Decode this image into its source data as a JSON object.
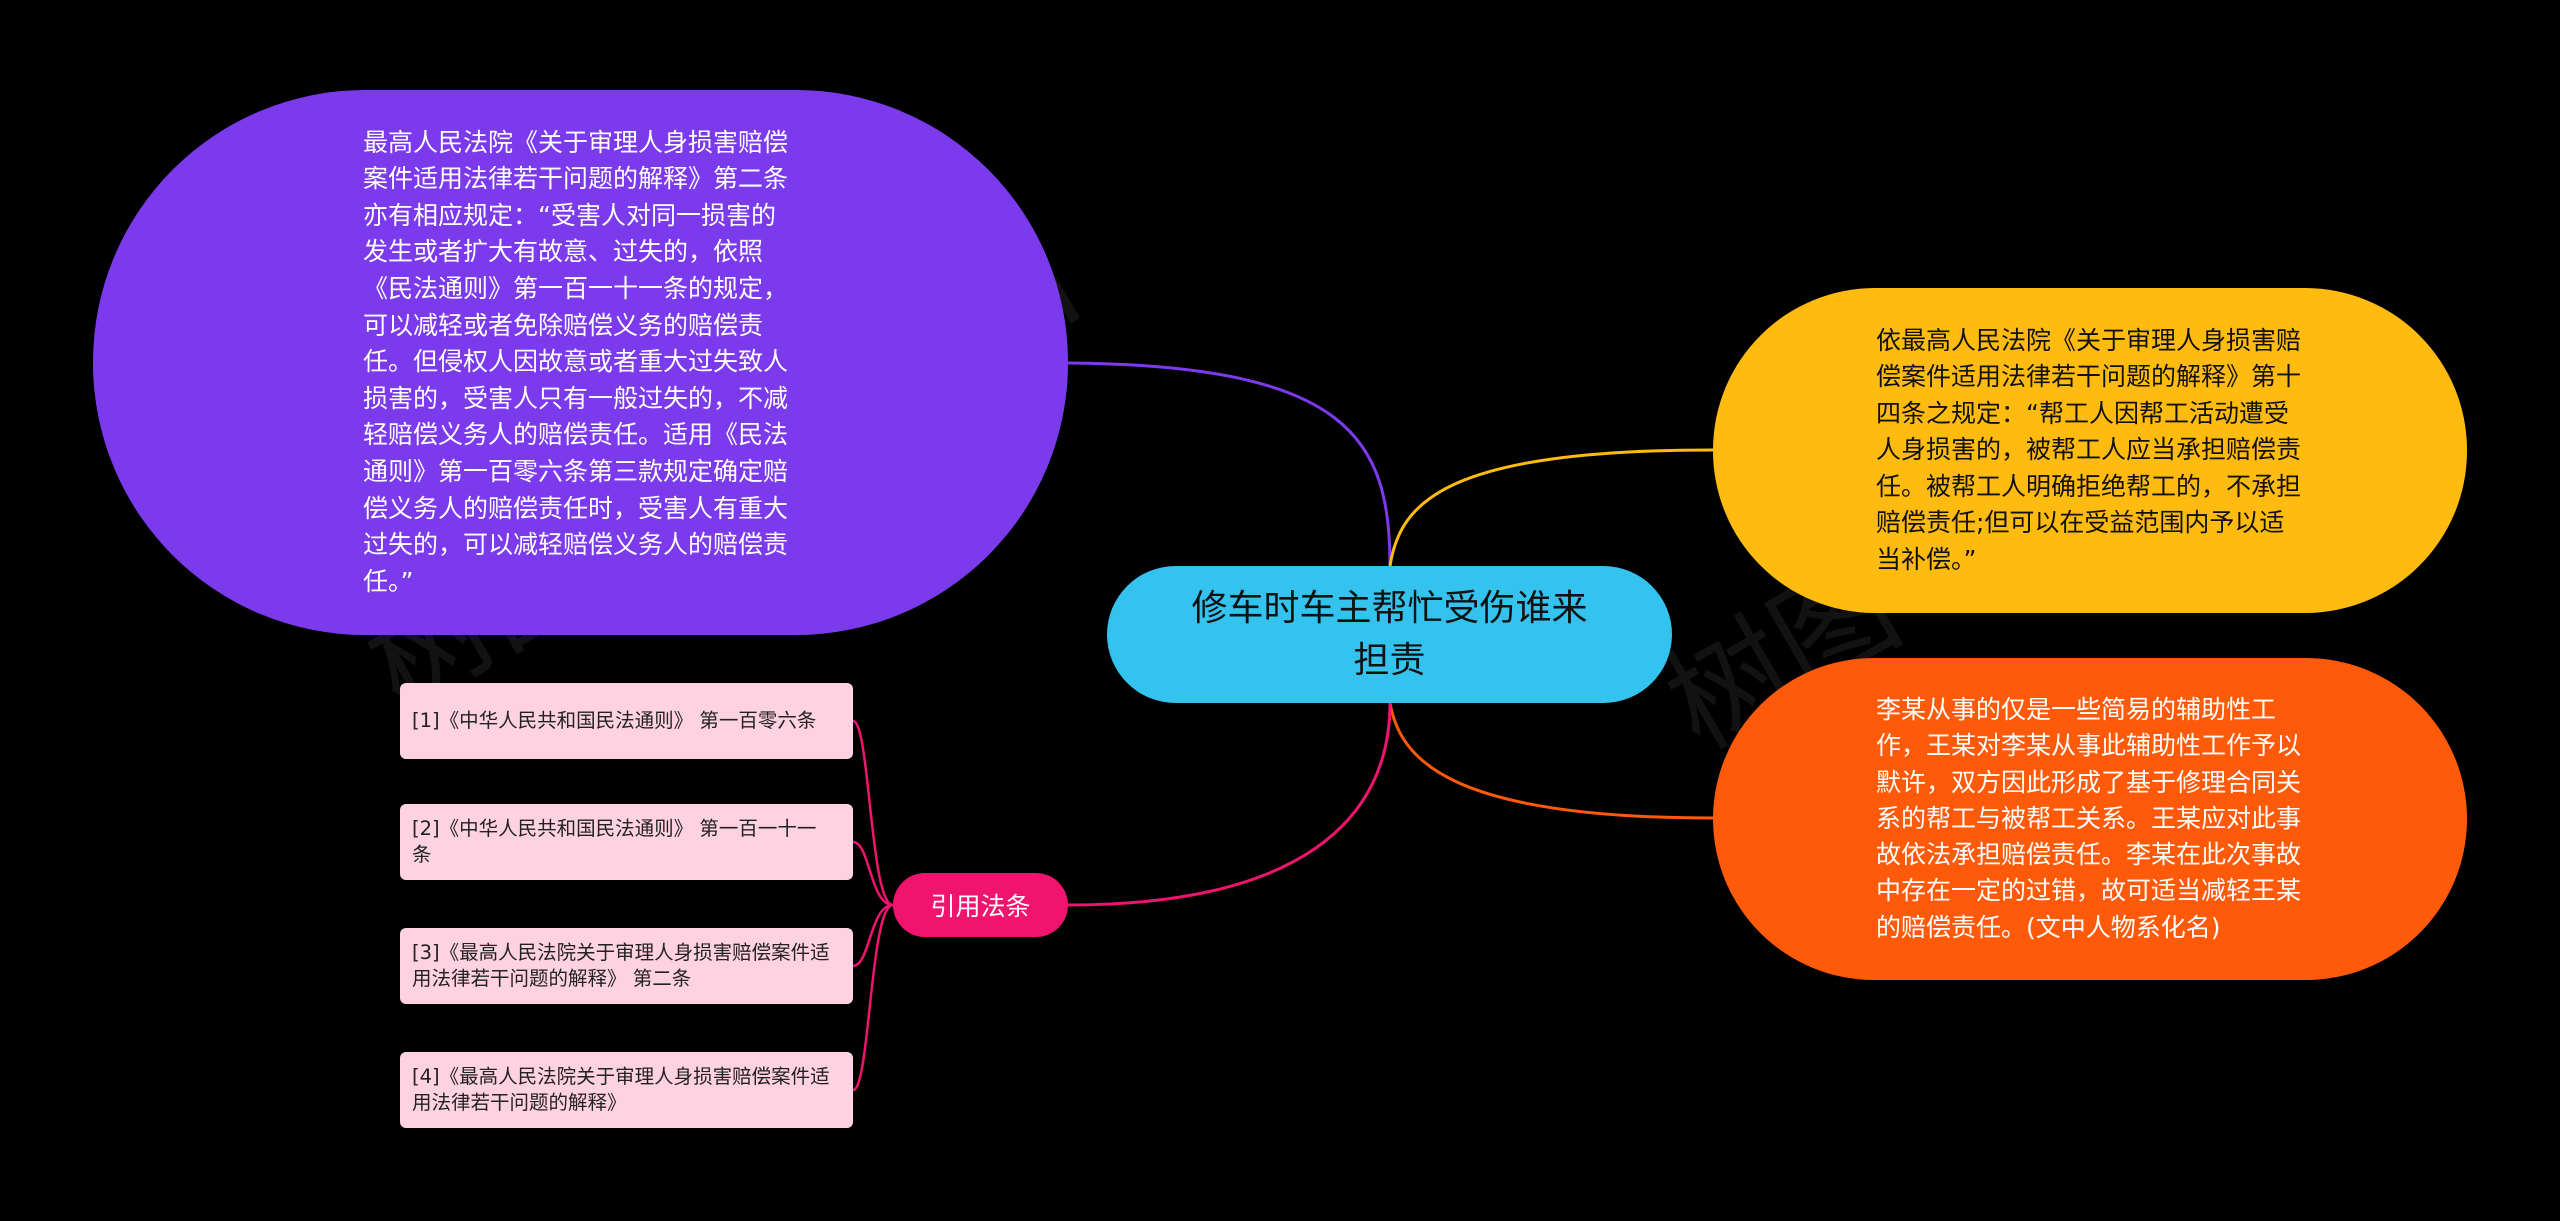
{
  "topic": "修车时车主帮忙受伤谁来担责",
  "branches": {
    "purple": "最高人民法院《关于审理人身损害赔偿案件适用法律若干问题的解释》第二条亦有相应规定：“受害人对同一损害的发生或者扩大有故意、过失的，依照《民法通则》第一百一十一条的规定，可以减轻或者免除赔偿义务的赔偿责任。但侵权人因故意或者重大过失致人损害的，受害人只有一般过失的，不减轻赔偿义务人的赔偿责任。适用《民法通则》第一百零六条第三款规定确定赔偿义务人的赔偿责任时，受害人有重大过失的，可以减轻赔偿义务人的赔偿责任。”",
    "yellow": "依最高人民法院《关于审理人身损害赔偿案件适用法律若干问题的解释》第十四条之规定：“帮工人因帮工活动遭受人身损害的，被帮工人应当承担赔偿责任。被帮工人明确拒绝帮工的，不承担赔偿责任;但可以在受益范围内予以适当补偿。”",
    "orange": "李某从事的仅是一些简易的辅助性工作，王某对李某从事此辅助性工作予以默许，双方因此形成了基于修理合同关系的帮工与被帮工关系。王某应对此事故依法承担赔偿责任。李某在此次事故中存在一定的过错，故可适当减轻王某的赔偿责任。(文中人物系化名)",
    "cite": "引用法条"
  },
  "references": [
    "[1]《中华人民共和国民法通则》 第一百零六条",
    "[2]《中华人民共和国民法通则》 第一百一十一条",
    "[3]《最高人民法院关于审理人身损害赔偿案件适用法律若干问题的解释》 第二条",
    "[4]《最高人民法院关于审理人身损害赔偿案件适用法律若干问题的解释》"
  ],
  "watermark": "树图 shutu.cn",
  "colors": {
    "background": "#000000",
    "topic": "#33c3ee",
    "purple": "#7c3aed",
    "yellow": "#ffbb0f",
    "orange": "#ff5a0a",
    "cite": "#f0146e",
    "reference": "#ffd2e2"
  }
}
